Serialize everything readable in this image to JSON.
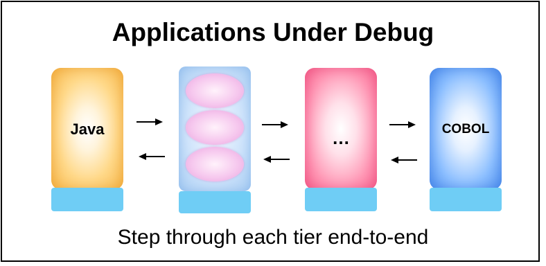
{
  "title": "Applications Under Debug",
  "caption": "Step through each tier end-to-end",
  "tiers": [
    {
      "label": "Java"
    },
    {
      "label": ""
    },
    {
      "label": "…"
    },
    {
      "label": "COBOL"
    }
  ],
  "colors": {
    "java": "#f7b84b",
    "middle": "#a8cdf3",
    "bubble": "#f6c8ee",
    "generic": "#f7658f",
    "cobol": "#4f90f0",
    "base": "#6fcdf5",
    "border": "#000000"
  },
  "icons": {
    "forward": "arrow-right-icon",
    "backward": "arrow-left-icon"
  }
}
